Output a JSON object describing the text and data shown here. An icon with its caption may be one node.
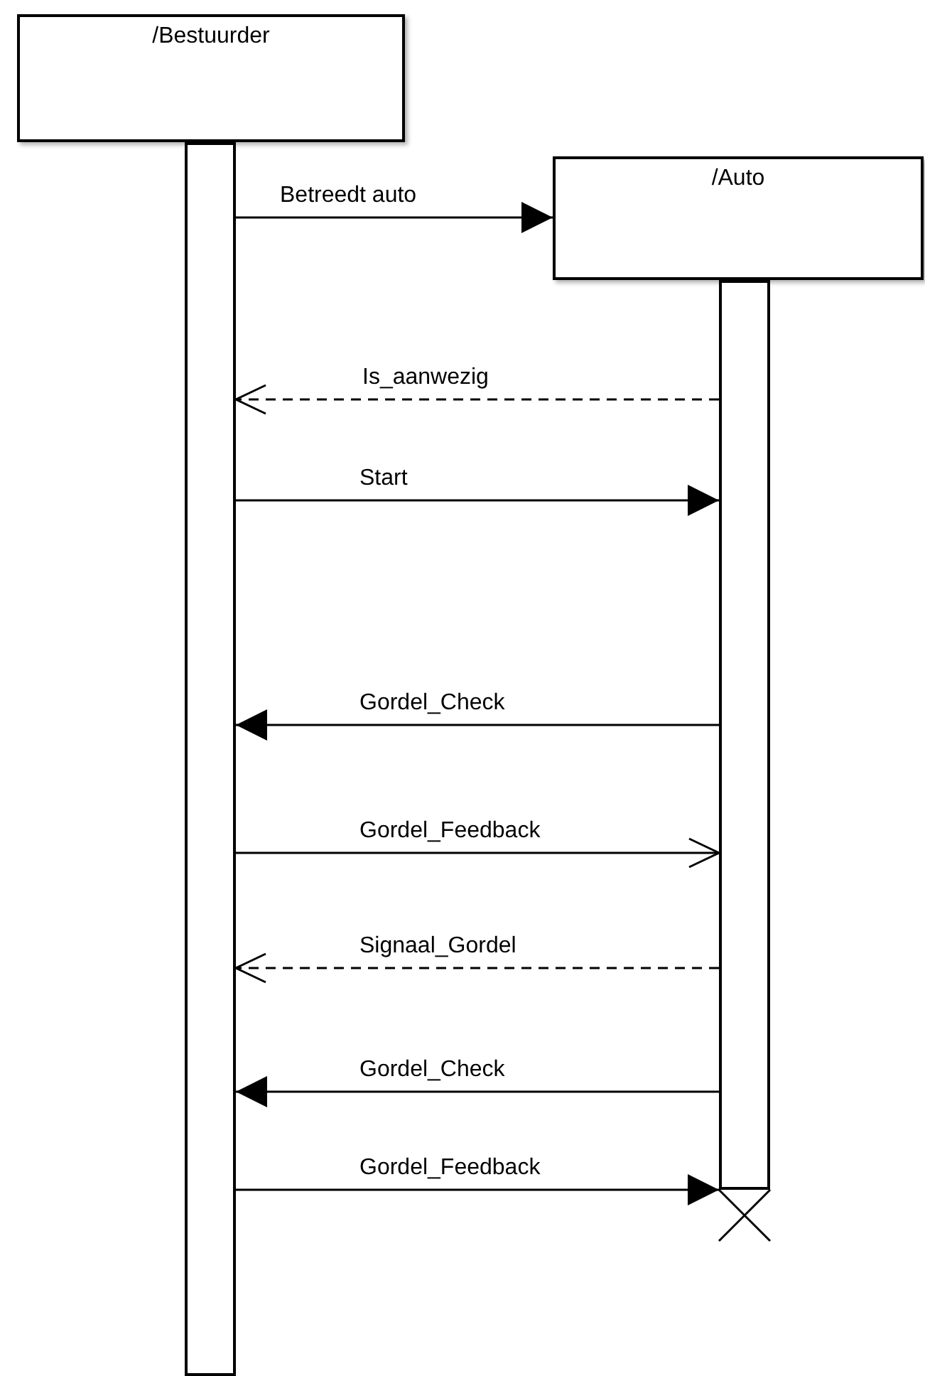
{
  "diagram": {
    "nodes": [
      {
        "text": [
          "/Bestuurder"
        ]
      },
      {
        "text": [],
        "shape": "bar"
      },
      {
        "text": [
          "/Auto"
        ]
      },
      {
        "text": [],
        "shape": "bar"
      }
    ],
    "edges": [
      {
        "from": 1,
        "to": 2,
        "arrow": "to",
        "label": "Betreedt auto"
      },
      {
        "from": 3,
        "to": 1,
        "arrow": "to",
        "label": "Is_aanwezig",
        "style": "dashed"
      },
      {
        "from": 1,
        "to": 3,
        "arrow": "to",
        "label": "Start"
      },
      {
        "from": 3,
        "to": 1,
        "arrow": "to",
        "label": "Gordel_Check"
      },
      {
        "from": 1,
        "to": 3,
        "arrow": "to",
        "label": "Gordel_Feedback"
      },
      {
        "from": 3,
        "to": 1,
        "arrow": "to",
        "label": "Signaal_Gordel",
        "style": "dashed"
      },
      {
        "from": 3,
        "to": 1,
        "arrow": "to",
        "label": "Gordel_Check"
      },
      {
        "from": 1,
        "to": 3,
        "arrow": "to",
        "label": "Gordel_Feedback"
      }
    ]
  }
}
